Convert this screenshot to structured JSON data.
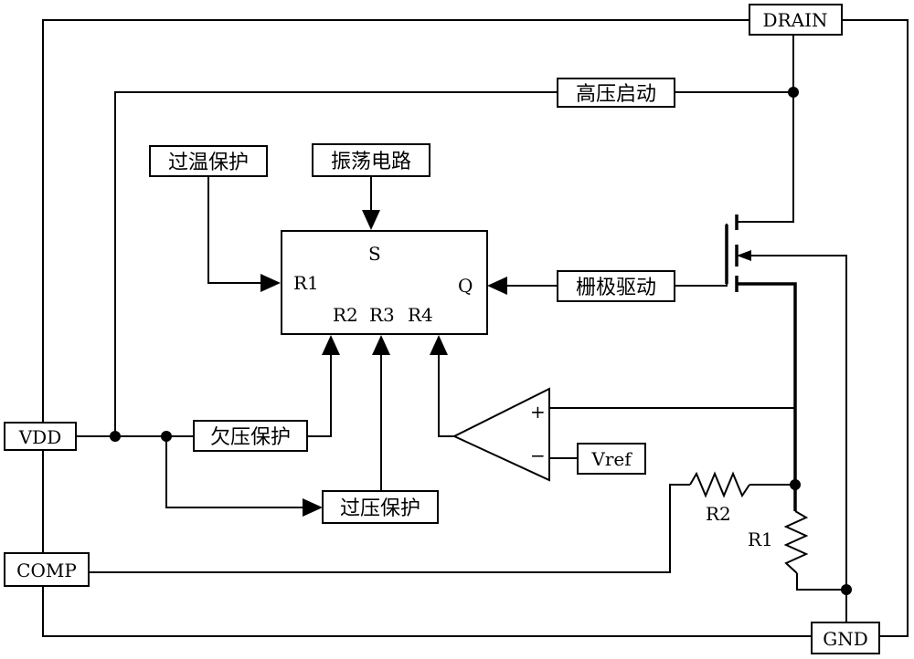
{
  "pins": {
    "drain": "DRAIN",
    "vdd": "VDD",
    "comp": "COMP",
    "gnd": "GND"
  },
  "blocks": {
    "high_voltage_start": "高压启动",
    "over_temp": "过温保护",
    "oscillator": "振荡电路",
    "gate_driver": "栅极驱动",
    "under_voltage": "欠压保护",
    "over_voltage": "过压保护",
    "vref": "Vref"
  },
  "latch": {
    "s": "S",
    "r1": "R1",
    "r2": "R2",
    "r3": "R3",
    "r4": "R4",
    "q": "Q"
  },
  "comparator": {
    "plus": "+",
    "minus": "−"
  },
  "resistors": {
    "r1": "R1",
    "r2": "R2"
  }
}
